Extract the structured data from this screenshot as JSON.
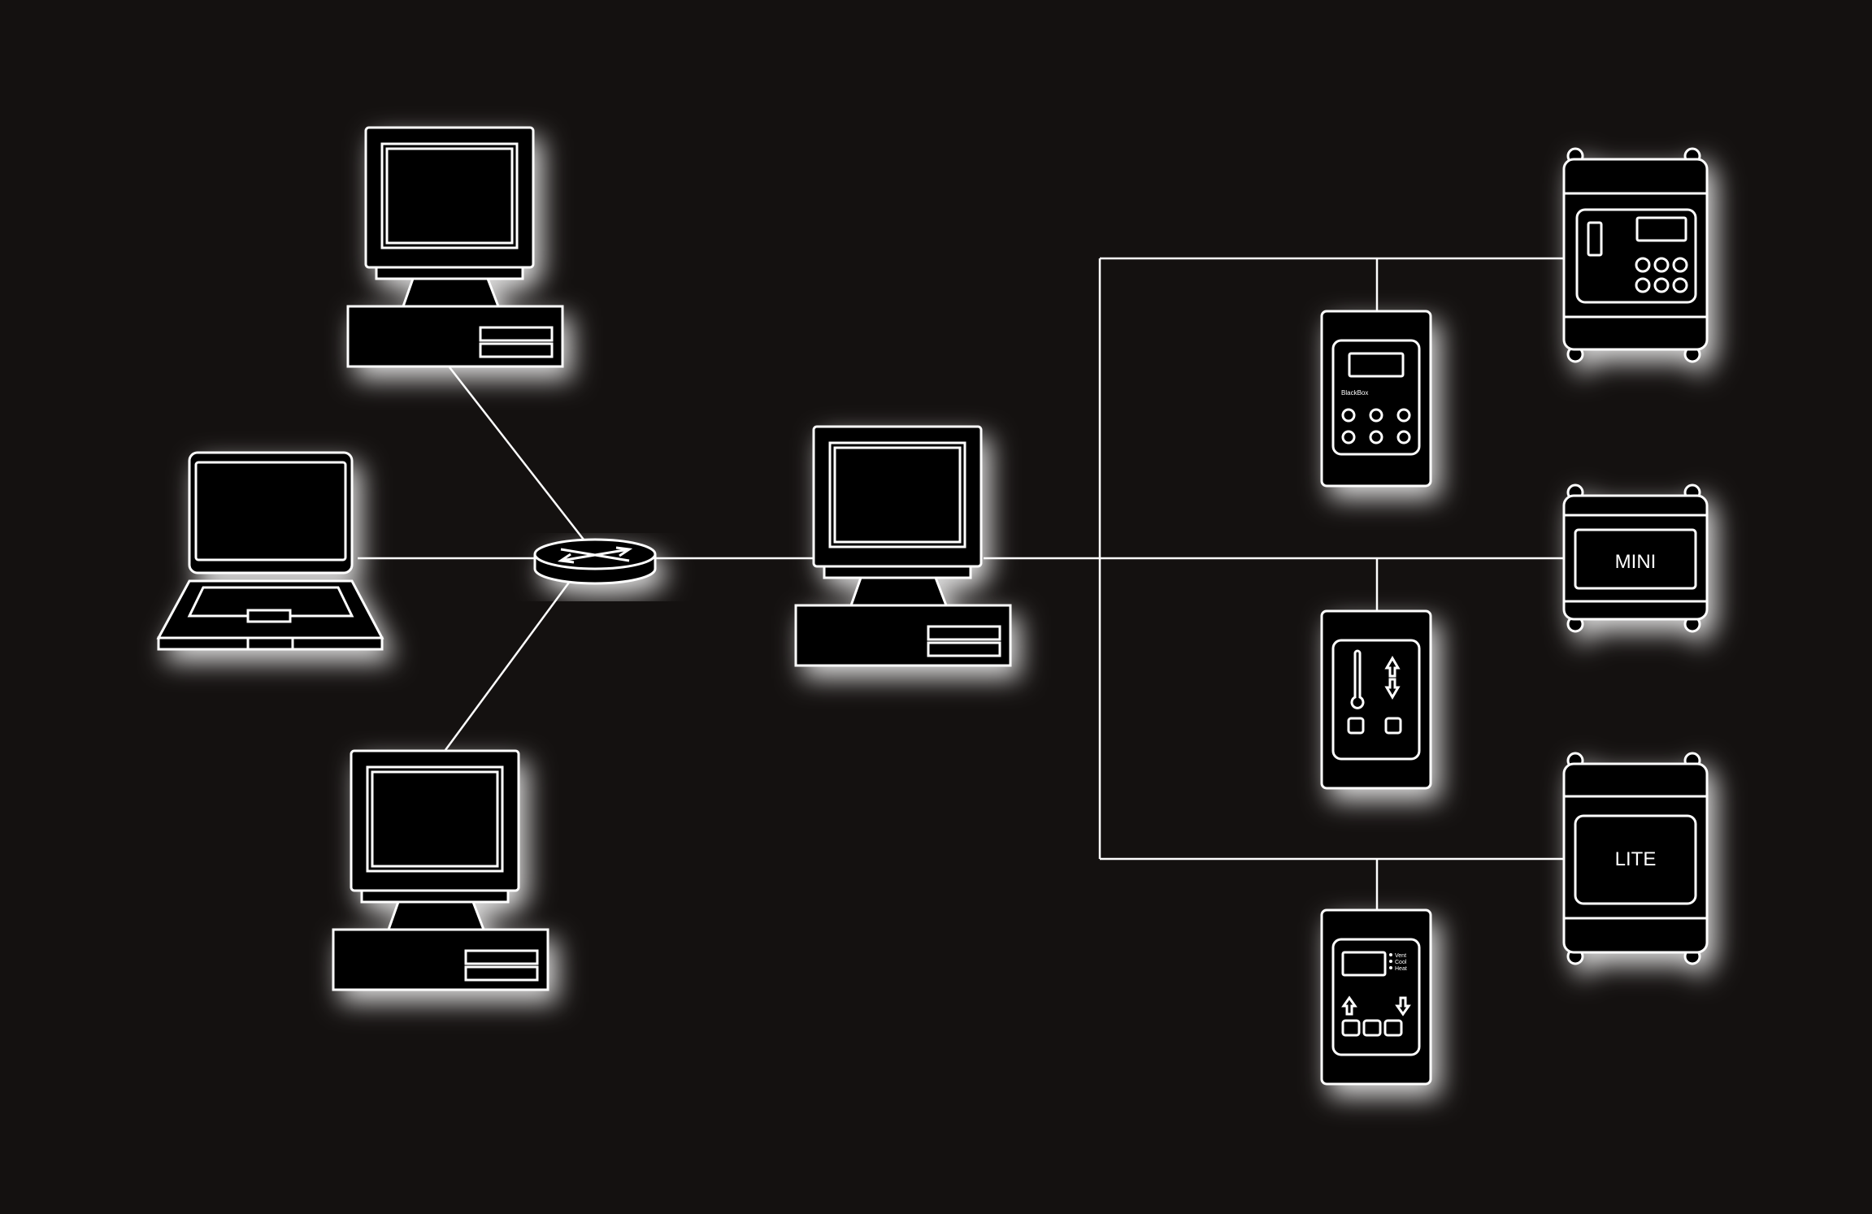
{
  "colors": {
    "background": "#141110",
    "stroke": "#ffffff",
    "device_fill": "#000000",
    "glow": "#ffffff"
  },
  "devices": {
    "router": {
      "icon": "router-icon"
    },
    "pc_top": {
      "icon": "desktop-computer-icon"
    },
    "laptop": {
      "icon": "laptop-icon"
    },
    "pc_bottom": {
      "icon": "desktop-computer-icon"
    },
    "server_pc": {
      "icon": "desktop-computer-icon"
    },
    "controller_main": {
      "icon": "controller-box-icon"
    },
    "controller_mini": {
      "icon": "controller-box-icon",
      "label": "MINI"
    },
    "controller_lite": {
      "icon": "controller-box-icon",
      "label": "LITE"
    },
    "panel_keypad": {
      "icon": "wall-keypad-icon",
      "brand": "BlackBox"
    },
    "panel_thermostat": {
      "icon": "wall-thermostat-icon"
    },
    "panel_mode": {
      "icon": "wall-mode-panel-icon",
      "modes": [
        "Vent",
        "Cool",
        "Heat"
      ]
    }
  }
}
